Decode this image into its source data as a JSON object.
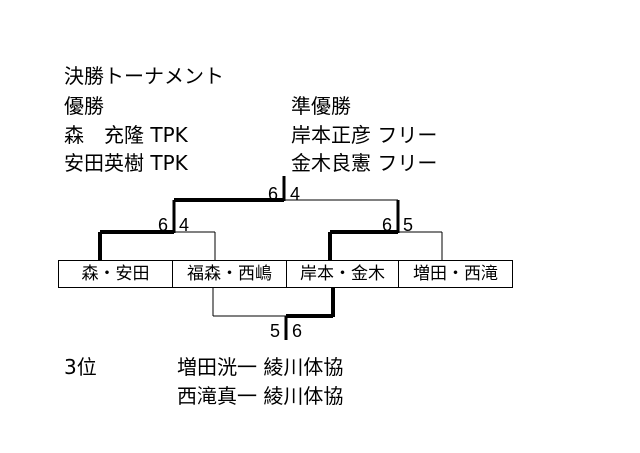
{
  "title": "決勝トーナメント",
  "winner": {
    "label": "優勝",
    "players": [
      {
        "name": "森　充隆",
        "club": "TPK"
      },
      {
        "name": "安田英樹",
        "club": "TPK"
      }
    ]
  },
  "runner_up": {
    "label": "準優勝",
    "players": [
      {
        "name": "岸本正彦",
        "club": "フリー"
      },
      {
        "name": "金木良憲",
        "club": "フリー"
      }
    ]
  },
  "teams": [
    "森・安田",
    "福森・西嶋",
    "岸本・金木",
    "増田・西滝"
  ],
  "scores": {
    "final": [
      "6",
      "4"
    ],
    "semi_left": [
      "6",
      "4"
    ],
    "semi_right": [
      "6",
      "5"
    ],
    "third": [
      "5",
      "6"
    ]
  },
  "third_place": {
    "label": "3位",
    "players": [
      {
        "name": "増田洸一",
        "club": "綾川体協"
      },
      {
        "name": "西滝真一",
        "club": "綾川体協"
      }
    ]
  }
}
